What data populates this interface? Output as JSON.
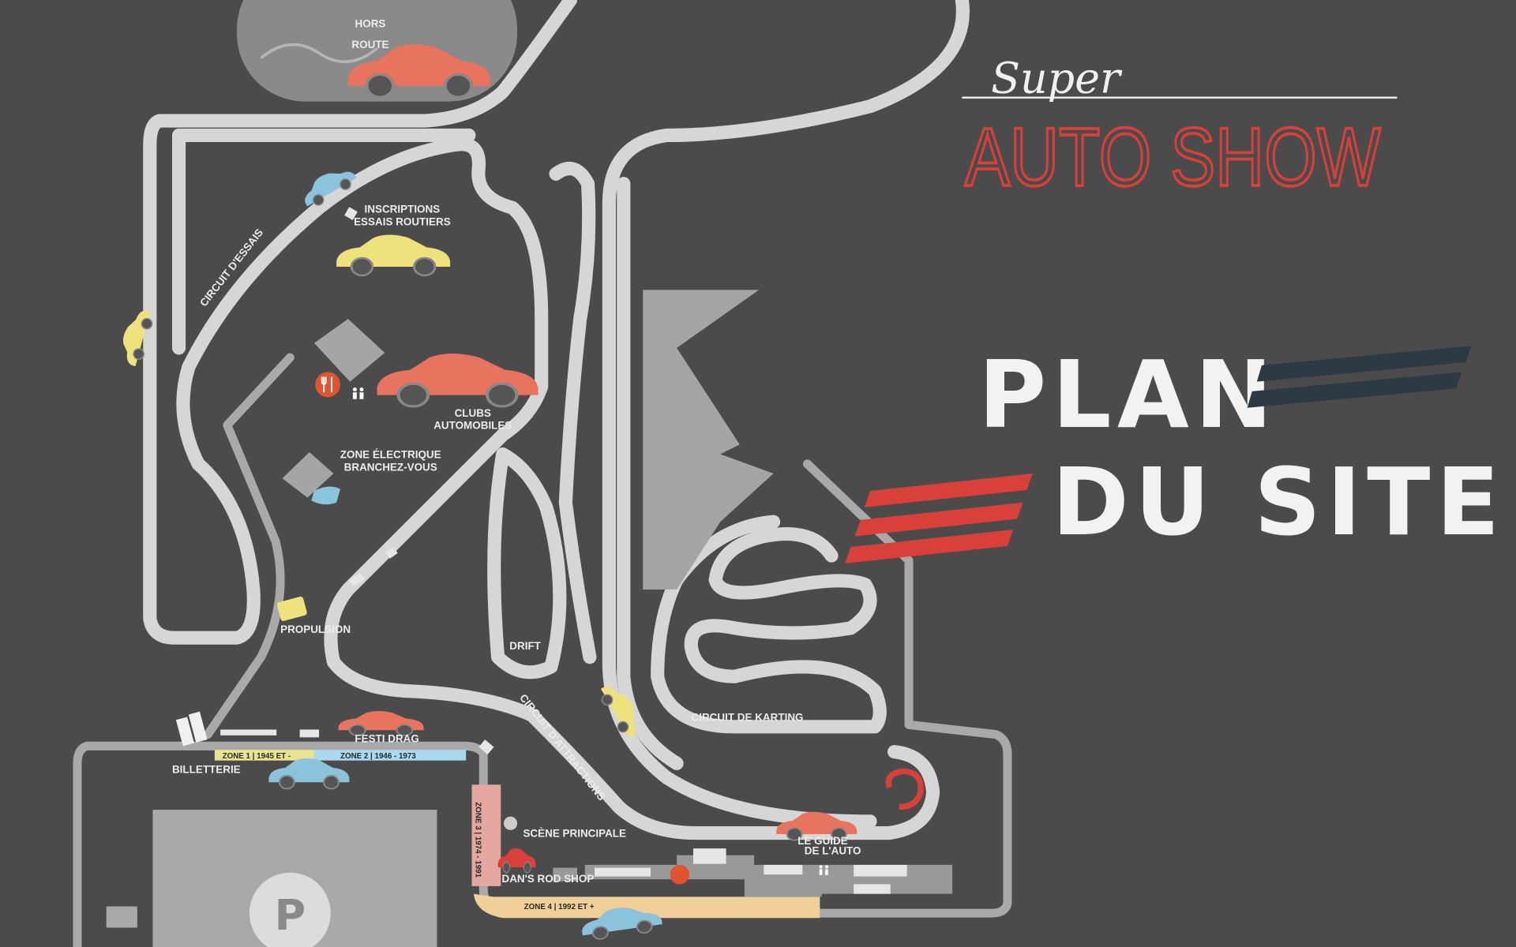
{
  "title": {
    "super": "Super",
    "brand": "AUTO SHOW",
    "plan_line1": "PLAN",
    "plan_line2": "DU SITE"
  },
  "labels": {
    "hors_route_1": "HORS",
    "hors_route_2": "ROUTE",
    "inscriptions_1": "INSCRIPTIONS",
    "inscriptions_2": "ESSAIS ROUTIERS",
    "circuit_essais": "CIRCUIT D'ESSAIS",
    "clubs_1": "CLUBS",
    "clubs_2": "AUTOMOBILES",
    "zone_elec_1": "ZONE ÉLECTRIQUE",
    "zone_elec_2": "BRANCHEZ-VOUS",
    "propulsion": "PROPULSION",
    "drift": "DRIFT",
    "karting": "CIRCUIT DE KARTING",
    "attractions": "CIRCUIT D'ATTRACTIONS",
    "festi_drag": "FESTI DRAG",
    "billetterie": "BILLETTERIE",
    "scene": "SCÈNE PRINCIPALE",
    "rod_shop": "DAN'S ROD SHOP",
    "guide_1": "LE GUIDE",
    "guide_2": "DE L'AUTO",
    "parking": "P"
  },
  "zones": [
    {
      "label": "ZONE 1  |  1945 ET -",
      "color": "#e9e58f"
    },
    {
      "label": "ZONE 2  |  1946 - 1973",
      "color": "#a9d8ef"
    },
    {
      "label": "ZONE 3  |  1974 - 1991",
      "color": "#e4a8a0"
    },
    {
      "label": "ZONE 4  |  1992 ET +",
      "color": "#f0cf98"
    }
  ],
  "colors": {
    "background": "#4b4b4b",
    "track": "#d6d6d6",
    "red": "#d9403a",
    "coral": "#e8735f",
    "yellow": "#eee27c",
    "blue": "#8cc3dc",
    "navy": "#2c3a44"
  }
}
